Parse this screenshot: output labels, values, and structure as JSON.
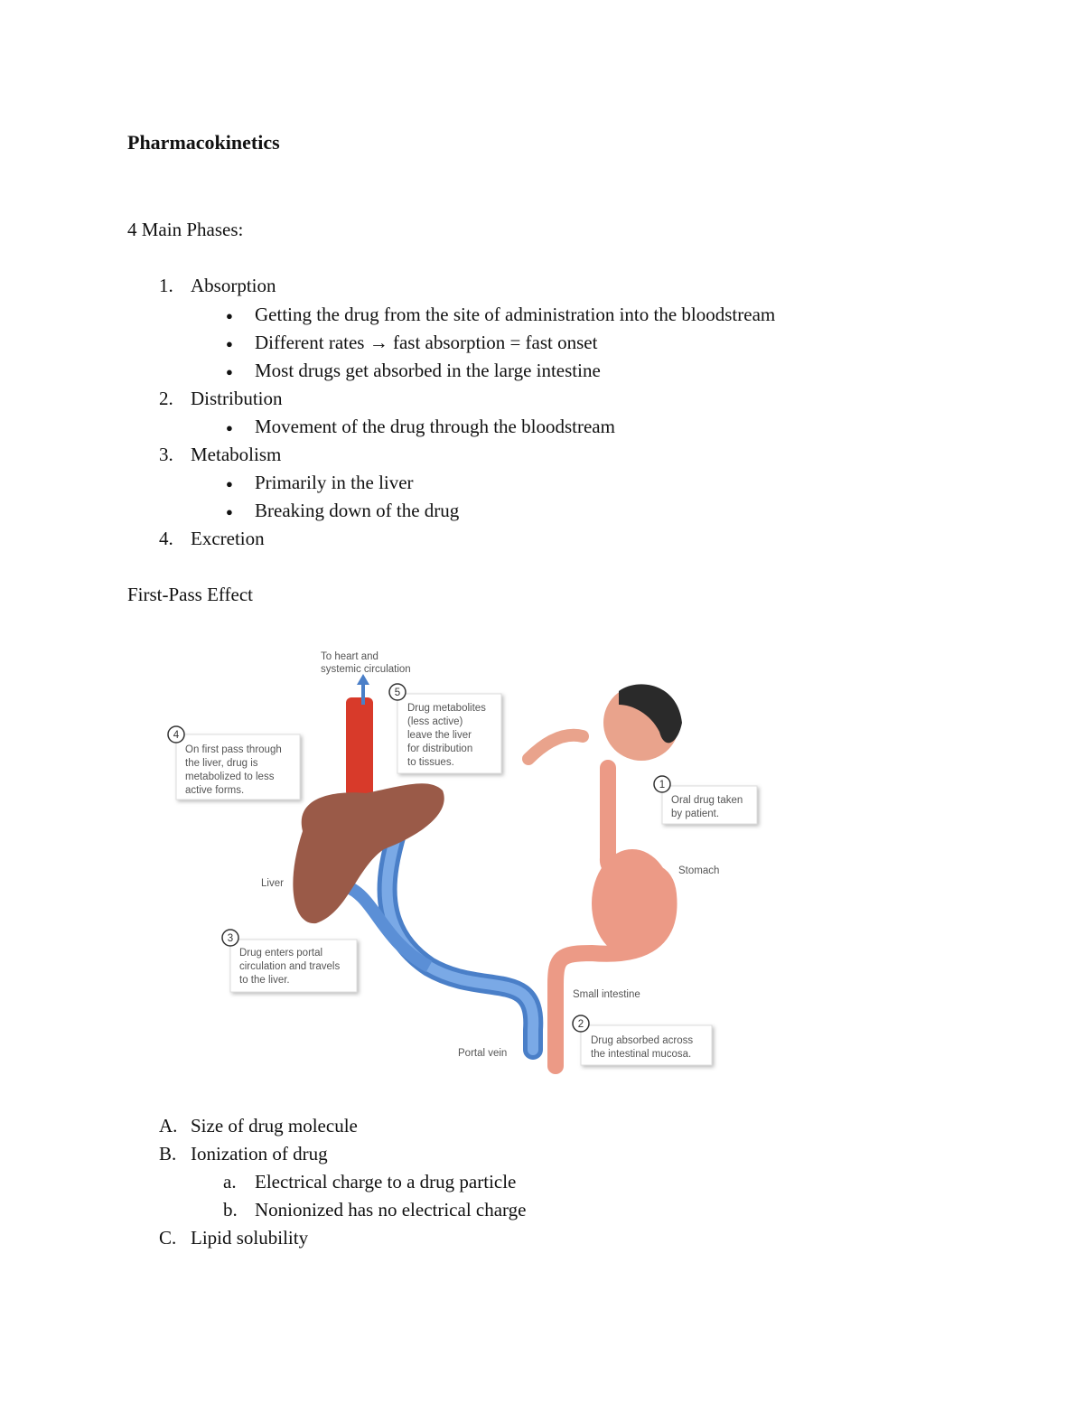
{
  "title": "Pharmacokinetics",
  "phases_heading": "4 Main Phases:",
  "phases": [
    {
      "num": "1.",
      "label": "Absorption",
      "bullets": [
        "Getting the drug from the site of administration into the bloodstream",
        "Different rates → fast absorption = fast onset",
        "Most drugs get absorbed in the large intestine"
      ]
    },
    {
      "num": "2.",
      "label": "Distribution",
      "bullets": [
        "Movement of the drug through the bloodstream"
      ]
    },
    {
      "num": "3.",
      "label": "Metabolism",
      "bullets": [
        "Primarily in the liver",
        "Breaking down of the drug"
      ]
    },
    {
      "num": "4.",
      "label": "Excretion",
      "bullets": []
    }
  ],
  "bullet_glyph": "●",
  "first_pass_heading": "First-Pass Effect",
  "figure": {
    "top_label": [
      "To heart and",
      "systemic circulation"
    ],
    "step1": {
      "num": "1",
      "lines": [
        "Oral drug taken",
        "by patient."
      ]
    },
    "step2": {
      "num": "2",
      "lines": [
        "Drug absorbed across",
        "the intestinal mucosa."
      ]
    },
    "step3": {
      "num": "3",
      "lines": [
        "Drug enters portal",
        "circulation and travels",
        "to the liver."
      ]
    },
    "step4": {
      "num": "4",
      "lines": [
        "On first pass through",
        "the liver, drug is",
        "metabolized to less",
        "active forms."
      ]
    },
    "step5": {
      "num": "5",
      "lines": [
        "Drug metabolites",
        "(less active)",
        "leave the liver",
        "for distribution",
        "to tissues."
      ]
    },
    "liver": "Liver",
    "stomach": "Stomach",
    "small_intestine": "Small intestine",
    "portal_vein": "Portal vein"
  },
  "factors": [
    {
      "num": "A.",
      "label": "Size of drug molecule",
      "sub": []
    },
    {
      "num": "B.",
      "label": "Ionization of drug",
      "sub": [
        {
          "num": "a.",
          "label": "Electrical charge to a drug particle"
        },
        {
          "num": "b.",
          "label": "Nonionized has no electrical charge"
        }
      ]
    },
    {
      "num": "C.",
      "label": "Lipid solubility",
      "sub": []
    }
  ],
  "colors": {
    "vein": "#5b8fd6",
    "artery": "#d83a2a",
    "liver": "#9a5a48",
    "gut": "#ec9a86"
  }
}
